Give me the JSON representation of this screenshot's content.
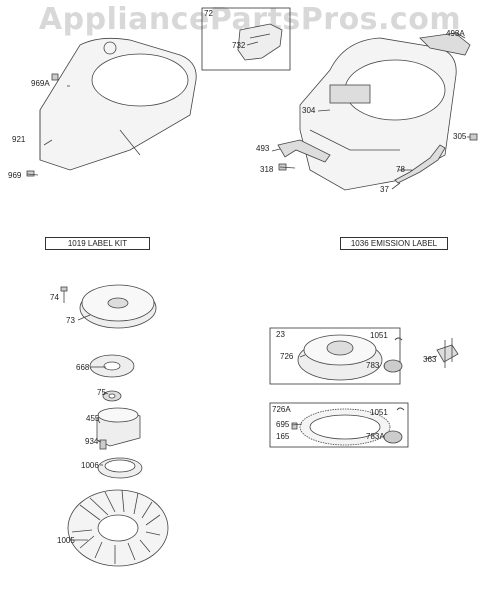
{
  "watermark": "AppliancePartsPros.com",
  "labels": {
    "p72": "72",
    "p732": "732",
    "p969a": "969A",
    "p921": "921",
    "p969": "969",
    "p493a": "493A",
    "p304": "304",
    "p493": "493",
    "p305": "305",
    "p318": "318",
    "p78": "78",
    "p37": "37",
    "p74": "74",
    "p73": "73",
    "p668": "668",
    "p75": "75",
    "p455": "455",
    "p934": "934",
    "p1006": "1006",
    "p1005": "1005",
    "p23": "23",
    "p1051a": "1051",
    "p726": "726",
    "p783": "783",
    "p363": "363",
    "p726a": "726A",
    "p1051b": "1051",
    "p695": "695",
    "p165": "165",
    "p783a": "783A"
  },
  "kits": {
    "label_kit": "1019 LABEL KIT",
    "emission_label": "1036 EMISSION LABEL"
  }
}
